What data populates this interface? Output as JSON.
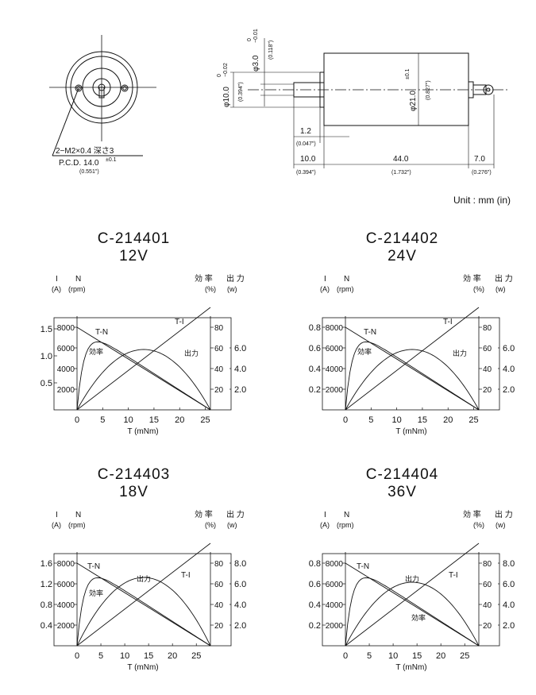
{
  "drawing": {
    "thread_label": "2−M2×0.4  深さ3",
    "pcd_label": "P.C.D. 14.0",
    "pcd_tol": "±0.1",
    "pcd_in": "(0.551\")",
    "shaft_dia": "φ3.0",
    "shaft_dia_tol_top": "0",
    "shaft_dia_tol_bot": "−0.01",
    "shaft_dia_in": "(0.118\")",
    "boss_dia": "φ10.0",
    "boss_dia_tol_top": "0",
    "boss_dia_tol_bot": "−0.02",
    "boss_dia_in": "(0.394\")",
    "body_dia": "φ21.0",
    "body_dia_tol": "±0.1",
    "body_dia_in": "(0.827\")",
    "dim_1_2": "1.2",
    "dim_1_2_in": "(0.047\")",
    "dim_10": "10.0",
    "dim_10_in": "(0.394\")",
    "dim_44": "44.0",
    "dim_44_in": "(1.732\")",
    "dim_7": "7.0",
    "dim_7_in": "(0.276\")",
    "unit_note": "Unit : mm (in)"
  },
  "charts": [
    {
      "model": "C-214401",
      "voltage": "12V",
      "left_header": [
        "I",
        "N"
      ],
      "left_units": [
        "(A)",
        "(rpm)"
      ],
      "right_header": [
        "効 率",
        "出 力"
      ],
      "right_units": [
        "(%)",
        "(w)"
      ],
      "xlabel": "T (mNm)",
      "x_ticks": [
        "0",
        "5",
        "10",
        "15",
        "20",
        "25"
      ],
      "i_ticks": [
        "0.5",
        "1.0",
        "1.5"
      ],
      "n_ticks": [
        "2000",
        "4000",
        "6000",
        "8000"
      ],
      "eff_ticks": [
        "20",
        "40",
        "60",
        "80"
      ],
      "out_ticks": [
        "2.0",
        "4.0",
        "6.0"
      ],
      "label_tn": "T-N",
      "label_ti": "T-I",
      "label_eff": "効率",
      "label_out": "出力"
    },
    {
      "model": "C-214402",
      "voltage": "24V",
      "left_header": [
        "I",
        "N"
      ],
      "left_units": [
        "(A)",
        "(rpm)"
      ],
      "right_header": [
        "効 率",
        "出 力"
      ],
      "right_units": [
        "(%)",
        "(w)"
      ],
      "xlabel": "T (mNm)",
      "x_ticks": [
        "0",
        "5",
        "10",
        "15",
        "20",
        "25"
      ],
      "i_ticks": [
        "0.2",
        "0.4",
        "0.6",
        "0.8"
      ],
      "n_ticks": [
        "2000",
        "4000",
        "6000",
        "8000"
      ],
      "eff_ticks": [
        "20",
        "40",
        "60",
        "80"
      ],
      "out_ticks": [
        "2.0",
        "4.0",
        "6.0"
      ],
      "label_tn": "T-N",
      "label_ti": "T-I",
      "label_eff": "効率",
      "label_out": "出力"
    },
    {
      "model": "C-214403",
      "voltage": "18V",
      "left_header": [
        "I",
        "N"
      ],
      "left_units": [
        "(A)",
        "(rpm)"
      ],
      "right_header": [
        "効 率",
        "出 力"
      ],
      "right_units": [
        "(%)",
        "(w)"
      ],
      "xlabel": "T (mNm)",
      "x_ticks": [
        "0",
        "5",
        "10",
        "15",
        "20",
        "25"
      ],
      "i_ticks": [
        "0.4",
        "0.8",
        "1.2",
        "1.6"
      ],
      "n_ticks": [
        "2000",
        "4000",
        "6000",
        "8000"
      ],
      "eff_ticks": [
        "20",
        "40",
        "60",
        "80"
      ],
      "out_ticks": [
        "2.0",
        "4.0",
        "6.0",
        "8.0"
      ],
      "label_tn": "T-N",
      "label_ti": "T-I",
      "label_eff": "効率",
      "label_out": "出力"
    },
    {
      "model": "C-214404",
      "voltage": "36V",
      "left_header": [
        "I",
        "N"
      ],
      "left_units": [
        "(A)",
        "(rpm)"
      ],
      "right_header": [
        "効 率",
        "出 力"
      ],
      "right_units": [
        "(%)",
        "(w)"
      ],
      "xlabel": "T (mNm)",
      "x_ticks": [
        "0",
        "5",
        "10",
        "15",
        "20",
        "25"
      ],
      "i_ticks": [
        "0.2",
        "0.4",
        "0.6",
        "0.8"
      ],
      "n_ticks": [
        "2000",
        "4000",
        "6000",
        "8000"
      ],
      "eff_ticks": [
        "20",
        "40",
        "60",
        "80"
      ],
      "out_ticks": [
        "2.0",
        "4.0",
        "6.0",
        "8.0"
      ],
      "label_tn": "T-N",
      "label_ti": "T-I",
      "label_eff": "効率",
      "label_out": "出力"
    }
  ]
}
